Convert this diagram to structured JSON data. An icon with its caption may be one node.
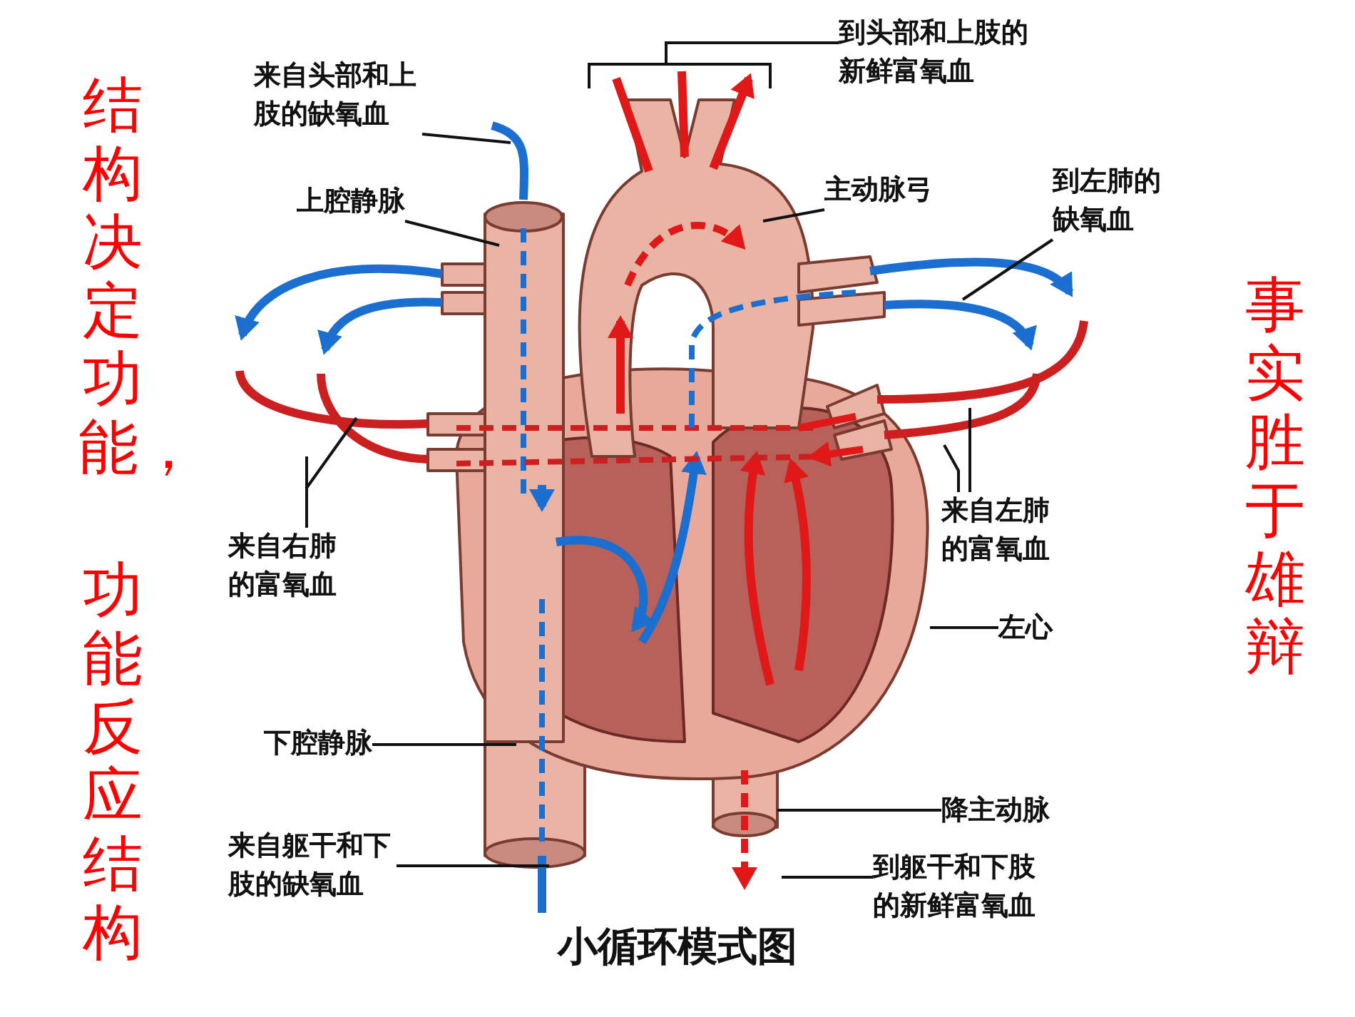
{
  "diagram": {
    "caption": "小循环模式图",
    "nodes": [
      {
        "text": [
          "来自头部和上肢的缺氧血"
        ]
      },
      {
        "text": [
          "上腔静脉"
        ]
      },
      {
        "text": [
          "到头部和上肢的新鲜富氧血"
        ]
      },
      {
        "text": [
          "主动脉弓"
        ]
      },
      {
        "text": [
          "到左肺的缺氧血"
        ]
      },
      {
        "text": [
          "来自右肺的富氧血"
        ]
      },
      {
        "text": [
          "来自左肺的富氧血"
        ]
      },
      {
        "text": [
          "左心"
        ]
      },
      {
        "text": [
          "下腔静脉"
        ]
      },
      {
        "text": [
          "降主动脉"
        ]
      },
      {
        "text": [
          "来自躯干和下肢的缺氧血"
        ]
      },
      {
        "text": [
          "到躯干和下肢的新鲜富氧血"
        ]
      }
    ],
    "edges": [
      {
        "from": 0,
        "to": null,
        "arrow": "none"
      },
      {
        "from": 1,
        "to": null,
        "arrow": "none"
      },
      {
        "from": 2,
        "to": null,
        "arrow": "none"
      },
      {
        "from": 3,
        "to": null,
        "arrow": "none"
      },
      {
        "from": 4,
        "to": null,
        "arrow": "none"
      },
      {
        "from": 5,
        "to": null,
        "arrow": "none"
      },
      {
        "from": 5,
        "to": null,
        "arrow": "none"
      },
      {
        "from": 6,
        "to": null,
        "arrow": "none"
      },
      {
        "from": 6,
        "to": null,
        "arrow": "none"
      },
      {
        "from": 7,
        "to": null,
        "arrow": "none"
      },
      {
        "from": 8,
        "to": null,
        "arrow": "none"
      },
      {
        "from": 9,
        "to": null,
        "arrow": "none"
      },
      {
        "from": 10,
        "to": null,
        "arrow": "none"
      },
      {
        "from": 11,
        "to": null,
        "arrow": "none"
      }
    ],
    "labels": [
      "结构决定功能，",
      "功能反应结构",
      "事实胜于雄辩"
    ]
  }
}
